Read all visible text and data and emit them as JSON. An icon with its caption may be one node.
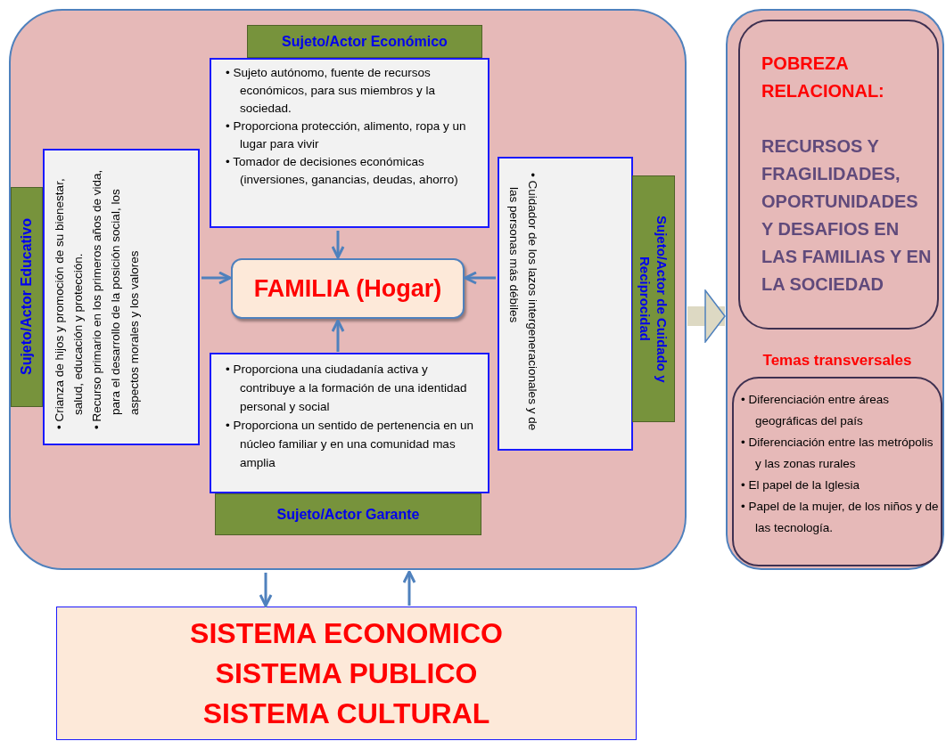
{
  "diagram": {
    "nodes": [
      {
        "text": [],
        "shape": "box"
      },
      {
        "text": [
          "Sujeto/Actor Económico"
        ],
        "in": 0
      },
      {
        "text": [
          "• Sujeto autónomo, fuente de recursos económicos, para sus miembros y la sociedad.",
          "• Proporciona protección, alimento, ropa y un lugar para vivir",
          "• Tomador de decisiones económicas (inversiones, ganancias, deudas, ahorro)"
        ],
        "in": 0
      },
      {
        "text": [
          "FAMILIA (Hogar)"
        ],
        "in": 0
      },
      {
        "text": [
          "Sujeto/Actor Educativo"
        ],
        "in": 0
      },
      {
        "text": [
          "• Crianza de hijos y promoción de su bienestar, salud, educación y protección.",
          "• Recurso primario en los primeros años de vida, para el desarrollo de la posición social, los aspectos morales y los valores"
        ],
        "in": 0
      },
      {
        "text": [
          "• Cuidador de los lazos intergeneracionales y de las personas más débiles"
        ],
        "in": 0
      },
      {
        "text": [
          "Sujeto/Actor de Cuidado y Reciprocidad"
        ],
        "in": 0
      },
      {
        "text": [
          "• Proporciona una ciudadanía activa y contribuye a la formación de una identidad personal y social",
          "• Proporciona un sentido de pertenencia en un núcleo familiar y en una comunidad mas amplia"
        ],
        "in": 0
      },
      {
        "text": [
          "Sujeto/Actor Garante"
        ],
        "in": 0
      },
      {
        "text": [],
        "shape": "box"
      },
      {
        "text": [
          "POBREZA RELACIONAL:",
          "RECURSOS Y FRAGILIDADES, OPORTUNIDADES Y DESAFIOS EN LAS FAMILIAS Y EN LA SOCIEDAD"
        ],
        "in": 10
      },
      {
        "text": [
          "Temas transversales",
          "• Diferenciación entre áreas geográficas del país",
          "• Diferenciación entre las metrópolis y las zonas rurales",
          "• El papel de la Iglesia",
          "• Papel de la mujer, de los niños y de las tecnología."
        ],
        "in": 10
      },
      {
        "text": [
          "SISTEMA ECONOMICO",
          "SISTEMA PUBLICO",
          "SISTEMA CULTURAL"
        ]
      }
    ],
    "edges": [
      {
        "from": 2,
        "to": 3,
        "arrow": "to"
      },
      {
        "from": 5,
        "to": 3,
        "arrow": "to"
      },
      {
        "from": 6,
        "to": 3,
        "arrow": "to"
      },
      {
        "from": 8,
        "to": 3,
        "arrow": "to"
      },
      {
        "from": 0,
        "to": 10,
        "arrow": "to",
        "style": "thick",
        "color": "#ddd9c3"
      },
      {
        "from": 0,
        "to": 13,
        "arrow": "to"
      },
      {
        "from": 13,
        "to": 0,
        "arrow": "to"
      }
    ]
  }
}
